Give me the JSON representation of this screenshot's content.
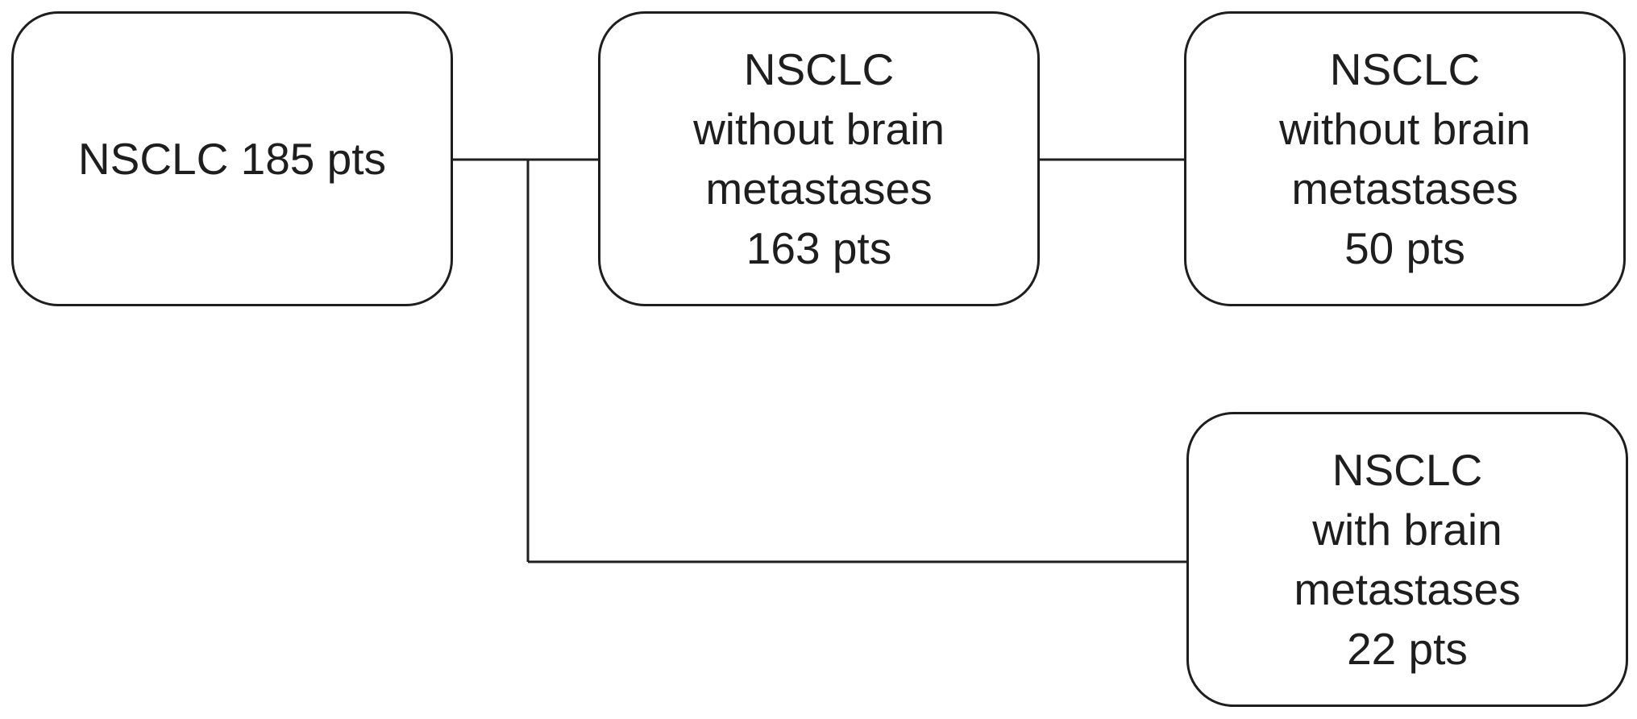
{
  "diagram": {
    "nodes": {
      "total": {
        "lines": [
          "NSCLC 185 pts"
        ]
      },
      "without_163": {
        "lines": [
          "NSCLC",
          "without brain",
          "metastases",
          "163 pts"
        ]
      },
      "without_50": {
        "lines": [
          "NSCLC",
          "without brain",
          "metastases",
          "50 pts"
        ]
      },
      "with_22": {
        "lines": [
          "NSCLC",
          "with brain",
          "metastases",
          "22 pts"
        ]
      }
    },
    "edges": [
      {
        "from": "total",
        "to": "without_163"
      },
      {
        "from": "total",
        "to": "with_22"
      },
      {
        "from": "without_163",
        "to": "without_50"
      }
    ],
    "colors": {
      "stroke": "#1e1e1e",
      "background": "#ffffff"
    }
  }
}
